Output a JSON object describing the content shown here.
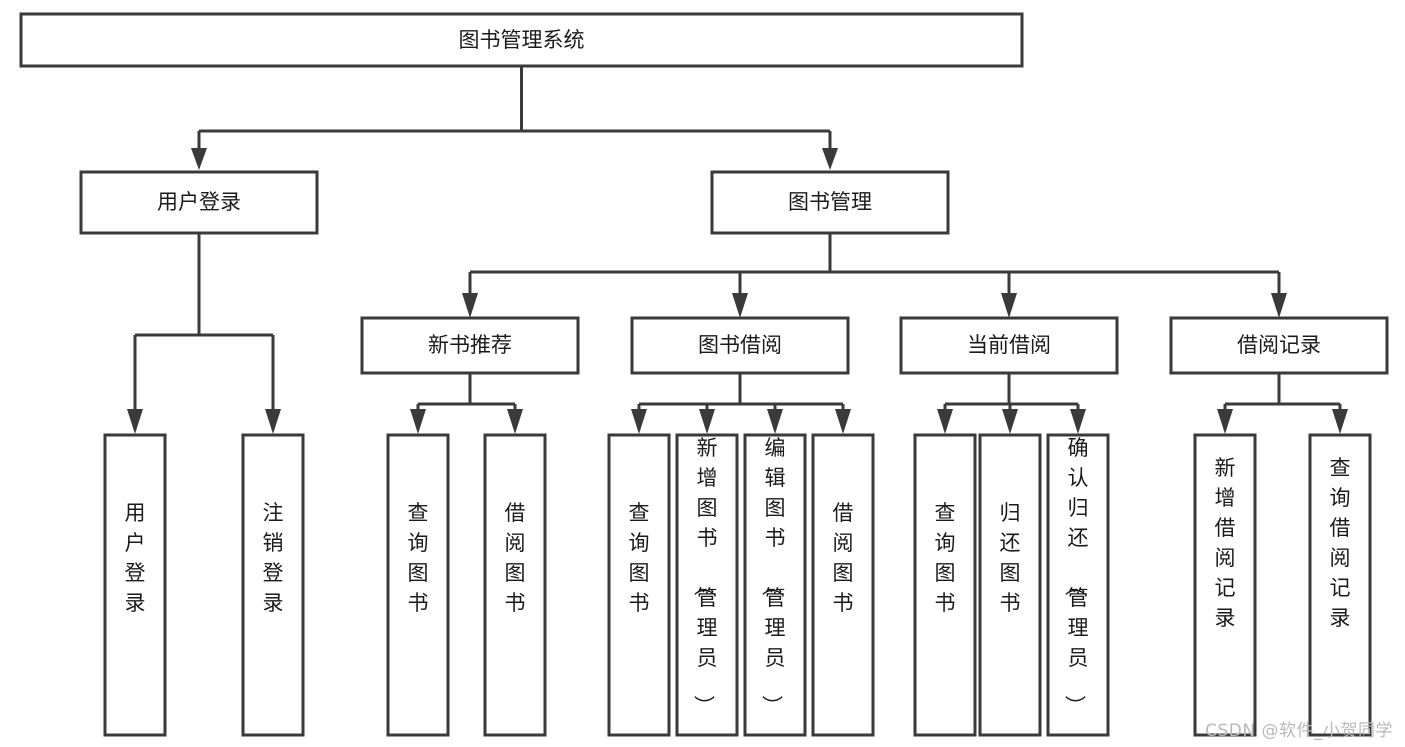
{
  "diagram": {
    "type": "tree",
    "title": "图书管理系统",
    "watermark": "CSDN @软件_小贺同学",
    "colors": {
      "stroke": "#3a3a3a",
      "fill": "#ffffff",
      "text": "#1b1b1b",
      "watermark": "#b9b9b9",
      "background": "#ffffff"
    },
    "nodes": {
      "root": {
        "label": "图书管理系统",
        "orientation": "horizontal"
      },
      "level2": [
        {
          "label": "用户登录",
          "orientation": "horizontal"
        },
        {
          "label": "图书管理",
          "orientation": "horizontal"
        }
      ],
      "level3": [
        {
          "label": "新书推荐",
          "orientation": "horizontal"
        },
        {
          "label": "图书借阅",
          "orientation": "horizontal"
        },
        {
          "label": "当前借阅",
          "orientation": "horizontal"
        },
        {
          "label": "借阅记录",
          "orientation": "horizontal"
        }
      ],
      "leaves_user_login": [
        {
          "label": "用户登录",
          "orientation": "vertical"
        },
        {
          "label": "注销登录",
          "orientation": "vertical"
        }
      ],
      "leaves_new_book": [
        {
          "label": "查询图书",
          "orientation": "vertical"
        },
        {
          "label": "借阅图书",
          "orientation": "vertical"
        }
      ],
      "leaves_borrow": [
        {
          "label": "查询图书",
          "orientation": "vertical"
        },
        {
          "label": "新增图书（管理员）",
          "orientation": "vertical"
        },
        {
          "label": "编辑图书（管理员）",
          "orientation": "vertical"
        },
        {
          "label": "借阅图书",
          "orientation": "vertical"
        }
      ],
      "leaves_current": [
        {
          "label": "查询图书",
          "orientation": "vertical"
        },
        {
          "label": "归还图书",
          "orientation": "vertical"
        },
        {
          "label": "确认归还（管理员）",
          "orientation": "vertical"
        }
      ],
      "leaves_records": [
        {
          "label": "新增借阅记录",
          "orientation": "vertical"
        },
        {
          "label": "查询借阅记录",
          "orientation": "vertical"
        }
      ]
    }
  }
}
